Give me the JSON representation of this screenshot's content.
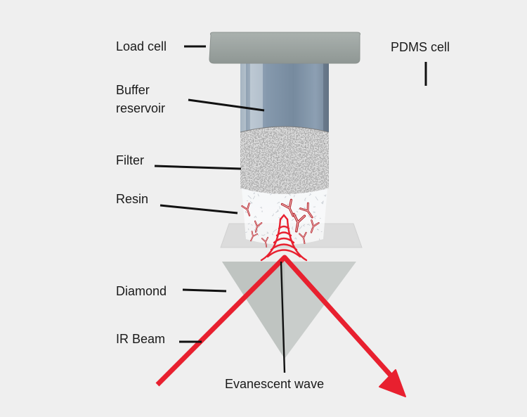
{
  "labels": {
    "load_cell": "Load cell",
    "pdms_cell": "PDMS cell",
    "buffer_line1": "Buffer",
    "buffer_line2": "reservoir",
    "filter": "Filter",
    "resin": "Resin",
    "diamond": "Diamond",
    "ir_beam": "IR Beam",
    "evanescent": "Evanescent wave"
  },
  "colors": {
    "background": "#efefef",
    "load_cell": "#9fa7a4",
    "beam": "#e8202f",
    "prism": "#c9cdcb",
    "pdms_plate": "#dcdcdc",
    "reservoir": "#8a9cb0",
    "filter": "#9a9a9a"
  }
}
